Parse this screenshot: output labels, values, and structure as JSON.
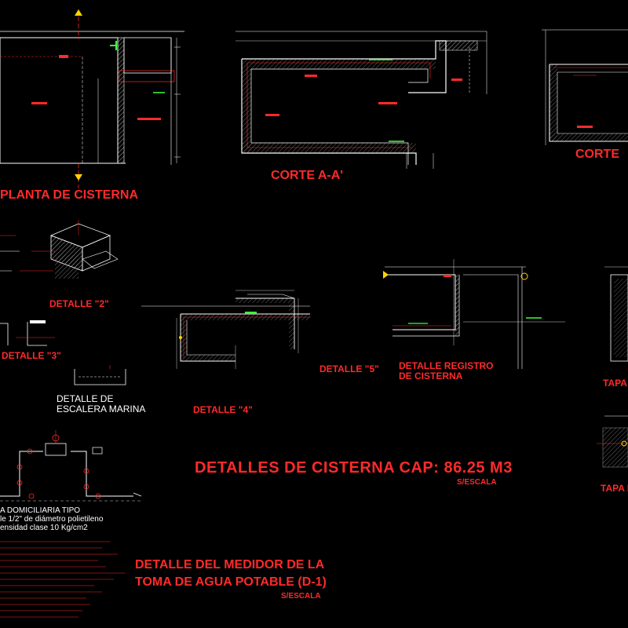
{
  "titles": {
    "planta": "PLANTA DE CISTERNA",
    "corte_aa": "CORTE A-A'",
    "corte_bb": "CORTE",
    "detalle_2": "DETALLE \"2\"",
    "detalle_3": "DETALLE \"3\"",
    "detalle_4": "DETALLE \"4\"",
    "detalle_5": "DETALLE \"5\"",
    "escalera_1": "DETALLE DE",
    "escalera_2": "ESCALERA MARINA",
    "registro_1": "DETALLE REGISTRO",
    "registro_2": "DE CISTERNA",
    "tapa_1": "TAPA",
    "tapa_2": "TAPA R",
    "main": "DETALLES DE CISTERNA CAP: 86.25 M3",
    "main_scale": "S/ESCALA",
    "medidor_1": "DETALLE DEL MEDIDOR DE LA",
    "medidor_2": "TOMA DE AGUA POTABLE (D-1)",
    "medidor_scale": "S/ESCALA"
  },
  "notes": {
    "toma_1": "A DOMICILIARIA TIPO",
    "toma_2": "le 1/2\" de diámetro polietileno",
    "toma_3": "ensidad clase 10 Kg/cm2"
  },
  "colors": {
    "background": "#000000",
    "line_red": "#ff2a2a",
    "line_white": "#ffffff",
    "hatch_gray": "#9a9a9a",
    "accent_green": "#3cff3c",
    "accent_yellow": "#ffd400"
  }
}
